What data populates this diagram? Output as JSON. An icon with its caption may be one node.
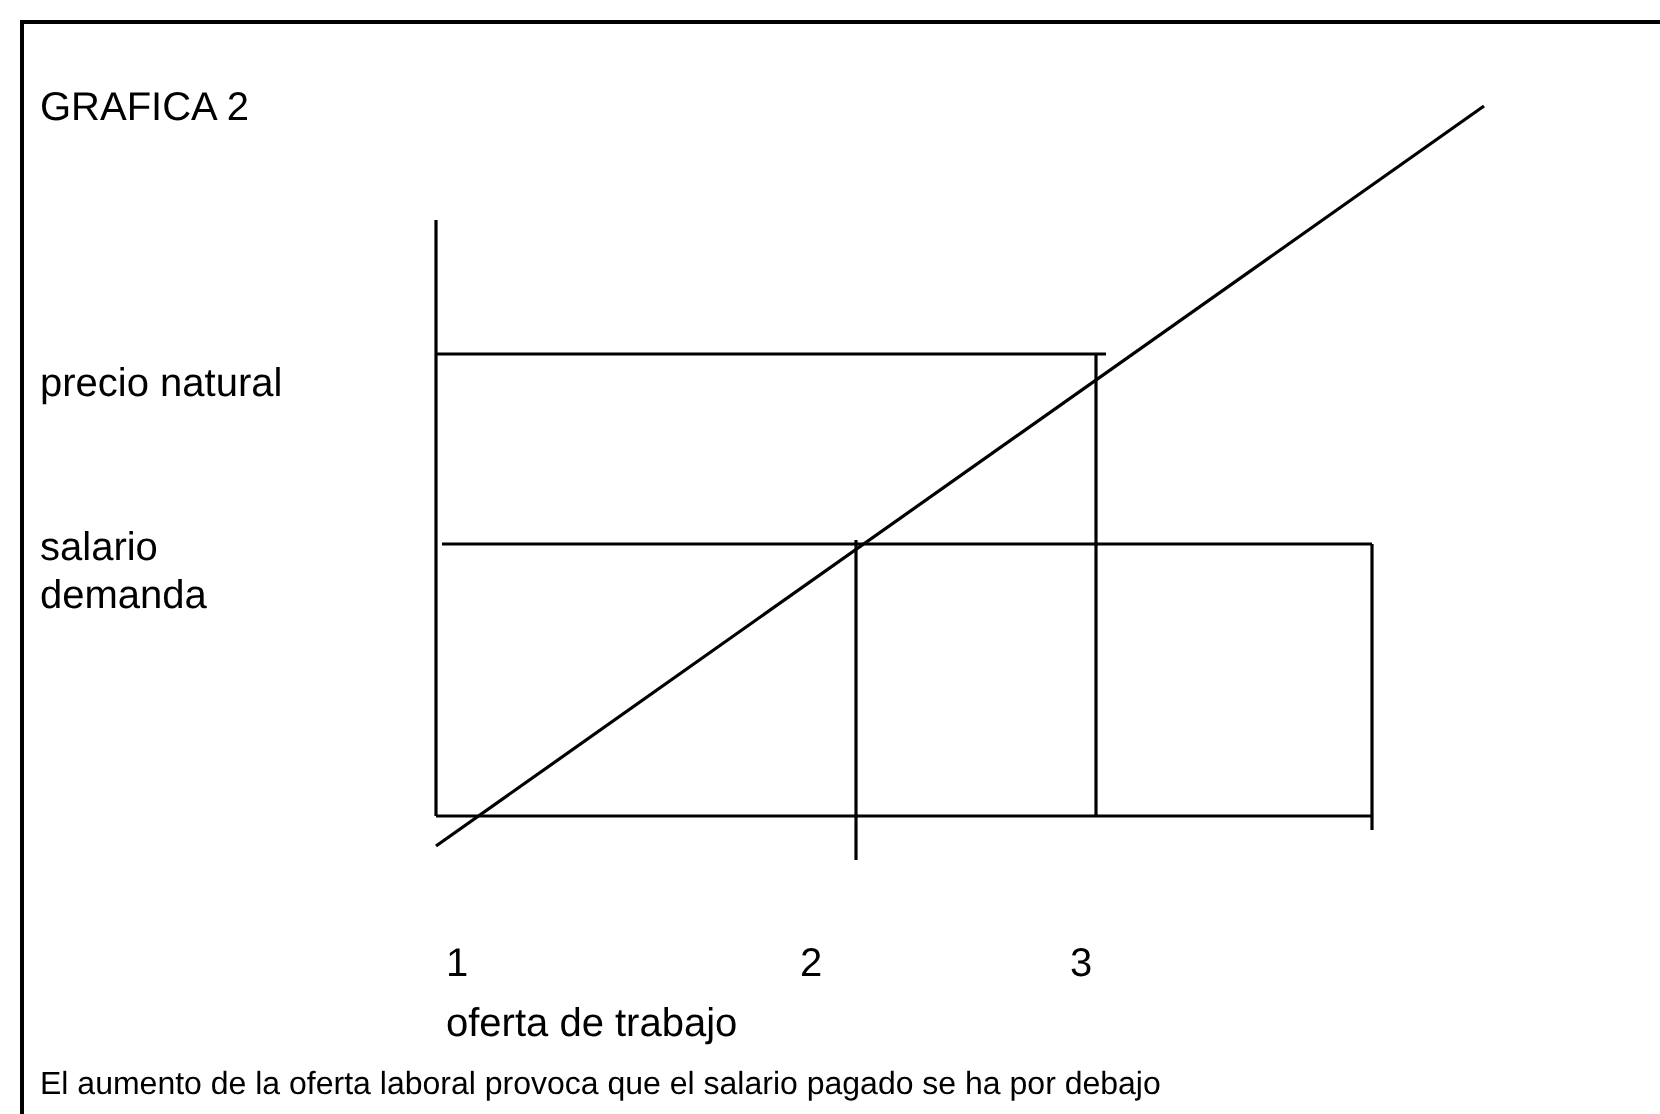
{
  "diagram": {
    "title": "GRAFICA 2",
    "labels": [
      "precio natural",
      "salario demanda",
      "1",
      "2",
      "3",
      "oferta de trabajo"
    ],
    "caption": "El aumento de la oferta laboral provoca que el salario pagado se ha por debajo"
  }
}
